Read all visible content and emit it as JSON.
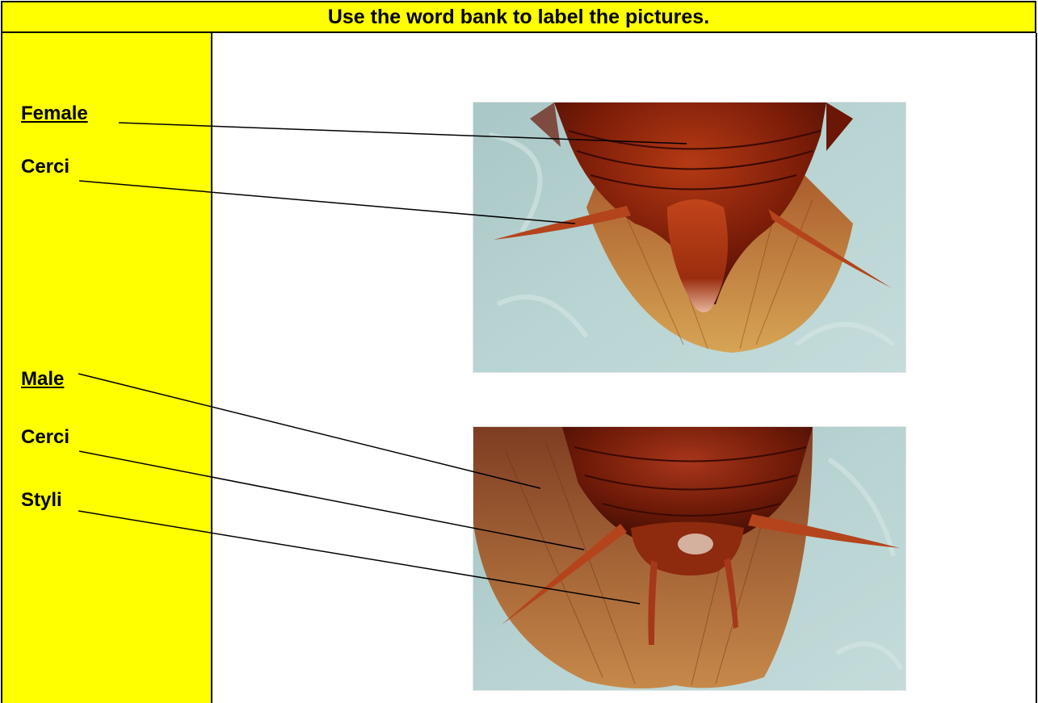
{
  "worksheet": {
    "instruction": "Use the word bank to label the pictures.",
    "colors": {
      "header_fill": "#ffff00",
      "word_bank_fill": "#ffff00",
      "border": "#000000",
      "leader_line": "#000000"
    },
    "female": {
      "heading": "Female",
      "parts": [
        "Cerci"
      ],
      "photo_subject": "female cockroach abdomen tip, dorsal view, with cerci"
    },
    "male": {
      "heading": "Male",
      "parts": [
        "Cerci",
        "Styli"
      ],
      "photo_subject": "male cockroach abdomen tip, dorsal view, with cerci and styli"
    }
  }
}
